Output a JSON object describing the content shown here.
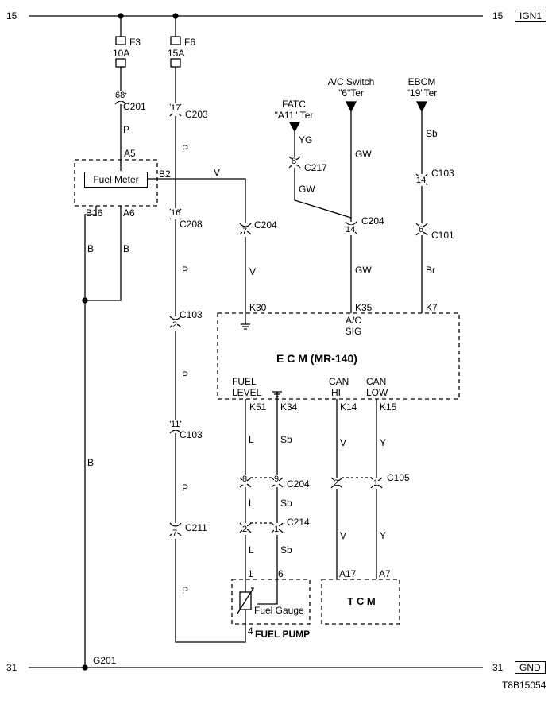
{
  "rails": {
    "top_left": "15",
    "top_right": "15",
    "top_tag": "IGN1",
    "bottom_left": "31",
    "bottom_right": "31",
    "bottom_tag": "GND"
  },
  "fuses": [
    {
      "name": "F3",
      "rating": "10A"
    },
    {
      "name": "F6",
      "rating": "15A"
    }
  ],
  "sources": {
    "fatc": {
      "line1": "FATC",
      "line2": "\"A11\" Ter"
    },
    "ac_switch": {
      "line1": "A/C Switch",
      "line2": "\"6\"Ter"
    },
    "ebcm": {
      "line1": "EBCM",
      "line2": "\"19\"Ter"
    }
  },
  "connectors": {
    "c201": {
      "pin": "68",
      "name": "C201"
    },
    "c203": {
      "pin": "17",
      "name": "C203"
    },
    "c208": {
      "pin": "16",
      "name": "C208"
    },
    "c103_a": {
      "pin": "2",
      "name": "C103"
    },
    "c103_b": {
      "pin": "11",
      "name": "C103"
    },
    "c211": {
      "pin": "7",
      "name": "C211"
    },
    "c204_v": {
      "pin": "7",
      "name": "C204"
    },
    "c217": {
      "pin": "8",
      "name": "C217"
    },
    "c204_gw": {
      "pin": "14",
      "name": "C204"
    },
    "c103_sb": {
      "pin": "14",
      "name": "C103"
    },
    "c101": {
      "pin": "6",
      "name": "C101"
    },
    "c204_fp": {
      "pin1": "8",
      "pin2": "9",
      "name": "C204"
    },
    "c214": {
      "pin1": "2",
      "pin2": "1",
      "name": "C214"
    },
    "c105": {
      "pin1": "2",
      "pin2": "1",
      "name": "C105"
    }
  },
  "wires": {
    "p1": "P",
    "p2": "P",
    "p3": "P",
    "p4": "P",
    "p5": "P",
    "p6": "P",
    "v1": "V",
    "v2": "V",
    "yg": "YG",
    "gw1": "GW",
    "gw2": "GW",
    "gw3": "GW",
    "sb1": "Sb",
    "br": "Br",
    "b1": "B",
    "b2": "B",
    "b3": "B",
    "l1": "L",
    "l2": "L",
    "l3": "L",
    "sb2": "Sb",
    "sb3": "Sb",
    "sb4": "Sb",
    "v3": "V",
    "v4": "V",
    "y1": "Y",
    "y2": "Y"
  },
  "fuel_meter": {
    "label": "Fuel Meter",
    "pin_a5": "A5",
    "pin_b2": "B2",
    "pin_b16": "B16",
    "pin_a6": "A6"
  },
  "ecm": {
    "title": "E   C   M (MR-140)",
    "k30": "K30",
    "k35": "K35",
    "k7": "K7",
    "ac_sig_1": "A/C",
    "ac_sig_2": "SIG",
    "fuel_level_1": "FUEL",
    "fuel_level_2": "LEVEL",
    "can_hi_1": "CAN",
    "can_hi_2": "HI",
    "can_low_1": "CAN",
    "can_low_2": "LOW",
    "k51": "K51",
    "k34": "K34",
    "k14": "K14",
    "k15": "K15"
  },
  "fuel_pump": {
    "title": "FUEL PUMP",
    "gauge_label": "Fuel Gauge",
    "pin1": "1",
    "pin6": "6",
    "pin4": "4"
  },
  "tcm": {
    "label": "T   C   M",
    "pin_a17": "A17",
    "pin_a7": "A7"
  },
  "ground": {
    "name": "G201"
  },
  "diagram_id": "T8B15054"
}
